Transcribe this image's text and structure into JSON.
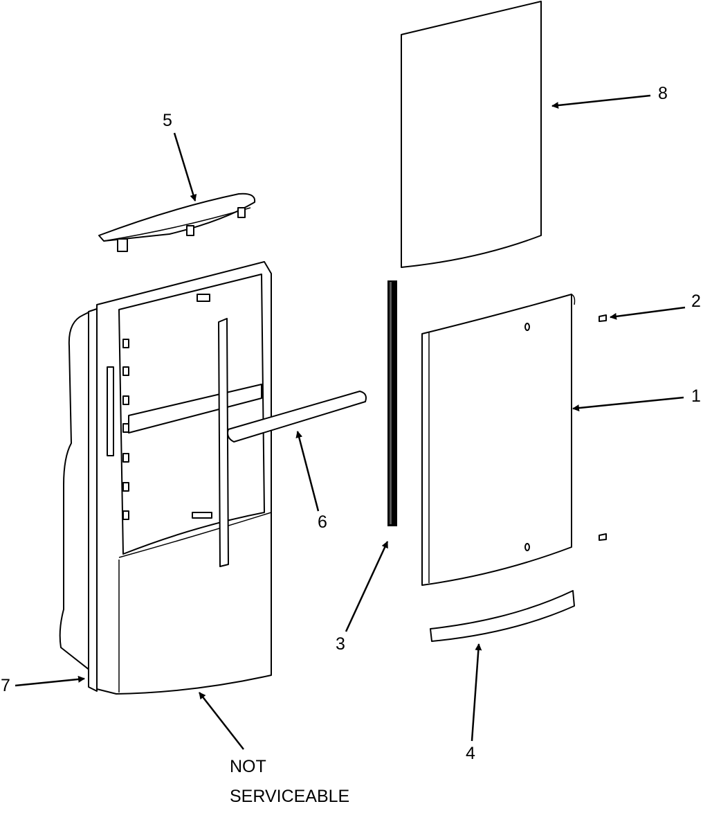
{
  "callouts": {
    "c1": "1",
    "c2": "2",
    "c3": "3",
    "c4": "4",
    "c5": "5",
    "c6": "6",
    "c7": "7",
    "c8": "8"
  },
  "note": {
    "line1": "NOT",
    "line2": "SERVICEABLE"
  },
  "colors": {
    "line": "#000000",
    "background": "#ffffff"
  }
}
